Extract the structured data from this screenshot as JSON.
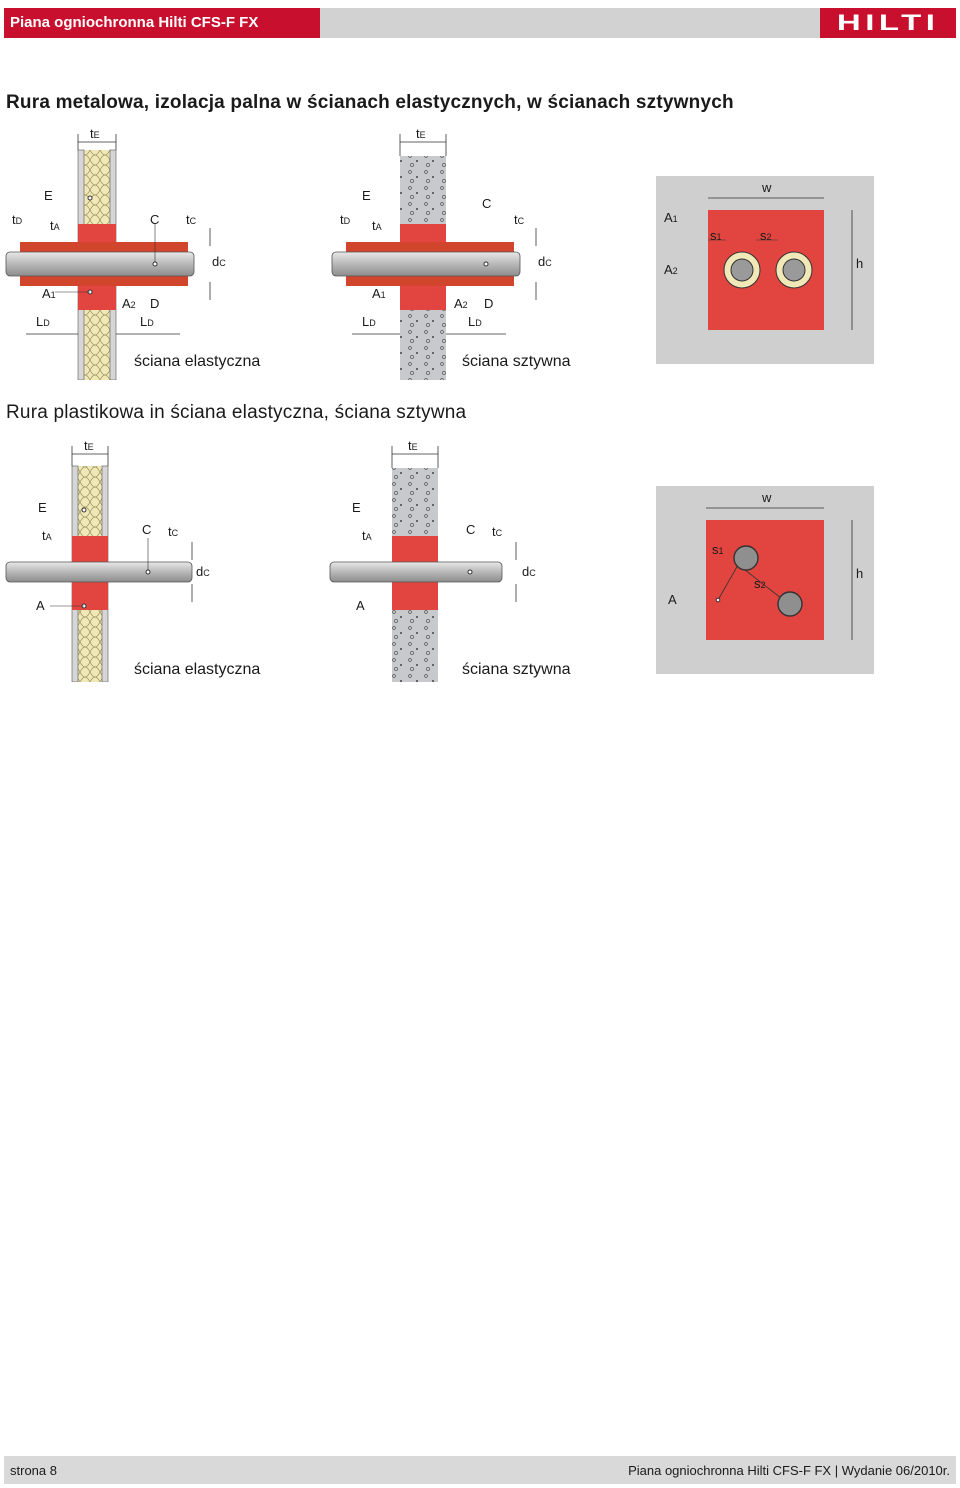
{
  "header": {
    "title": "Piana ogniochronna Hilti CFS-F FX",
    "logo": "HILTI"
  },
  "section1": {
    "title": "Rura metalowa, izolacja palna w ścianach elastycznych, w ścianach sztywnych",
    "figure_flexible": {
      "caption": "ściana elastyczna"
    },
    "figure_rigid": {
      "caption": "ściana sztywna"
    }
  },
  "section2": {
    "title": "Rura plastikowa in ściana elastyczna, ściana sztywna",
    "figure_flexible": {
      "caption": "ściana elastyczna"
    },
    "figure_rigid": {
      "caption": "ściana sztywna"
    }
  },
  "labels": {
    "tE": "t",
    "tE_sub": "E",
    "tD": "t",
    "tD_sub": "D",
    "tA": "t",
    "tA_sub": "A",
    "tC": "t",
    "tC_sub": "C",
    "dC": "d",
    "dC_sub": "C",
    "LD": "L",
    "LD_sub": "D",
    "A1": "A",
    "A1_sub": "1",
    "A2": "A",
    "A2_sub": "2",
    "s1": "s",
    "s1_sub": "1",
    "s2": "s",
    "s2_sub": "2",
    "E": "E",
    "C": "C",
    "D": "D",
    "A": "A",
    "w": "w",
    "h": "h"
  },
  "footer": {
    "left": "strona 8",
    "right": "Piana ogniochronna Hilti CFS-F FX | Wydanie 06/2010r."
  },
  "colors": {
    "brand_red": "#c8102e",
    "fire_foam": "#e2453f",
    "panel_gray": "#cfcfcf"
  }
}
